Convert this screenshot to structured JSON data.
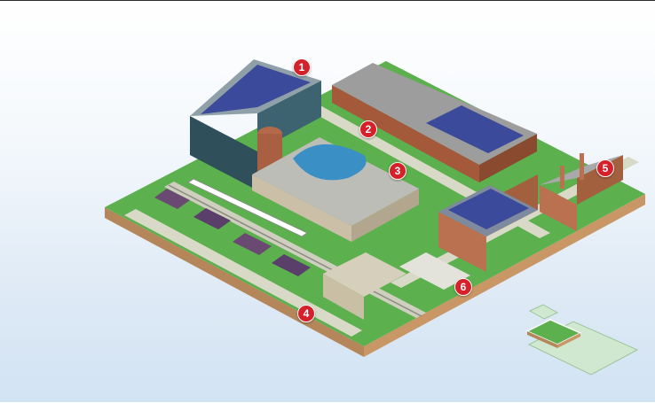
{
  "colors": {
    "marker": "#d6202a",
    "grass": "#5db04e",
    "soil": "#b4865a",
    "road": "#d8d8c8",
    "solar": "#3b4a9a",
    "brick": "#b9714f",
    "glass_tower": "#2f4f5a",
    "water": "#3a8fc4"
  },
  "markers": [
    {
      "label": "1",
      "icon": "office-tower-solar-roof"
    },
    {
      "label": "2",
      "icon": "shuttle-bus"
    },
    {
      "label": "3",
      "icon": "parking-garage-ev-charging"
    },
    {
      "label": "4",
      "icon": "rail-line-bus"
    },
    {
      "label": "5",
      "icon": "power-plant-smokestacks"
    },
    {
      "label": "6",
      "icon": "electrical-substation"
    }
  ],
  "minimap": {
    "icon": "location-minimap"
  }
}
